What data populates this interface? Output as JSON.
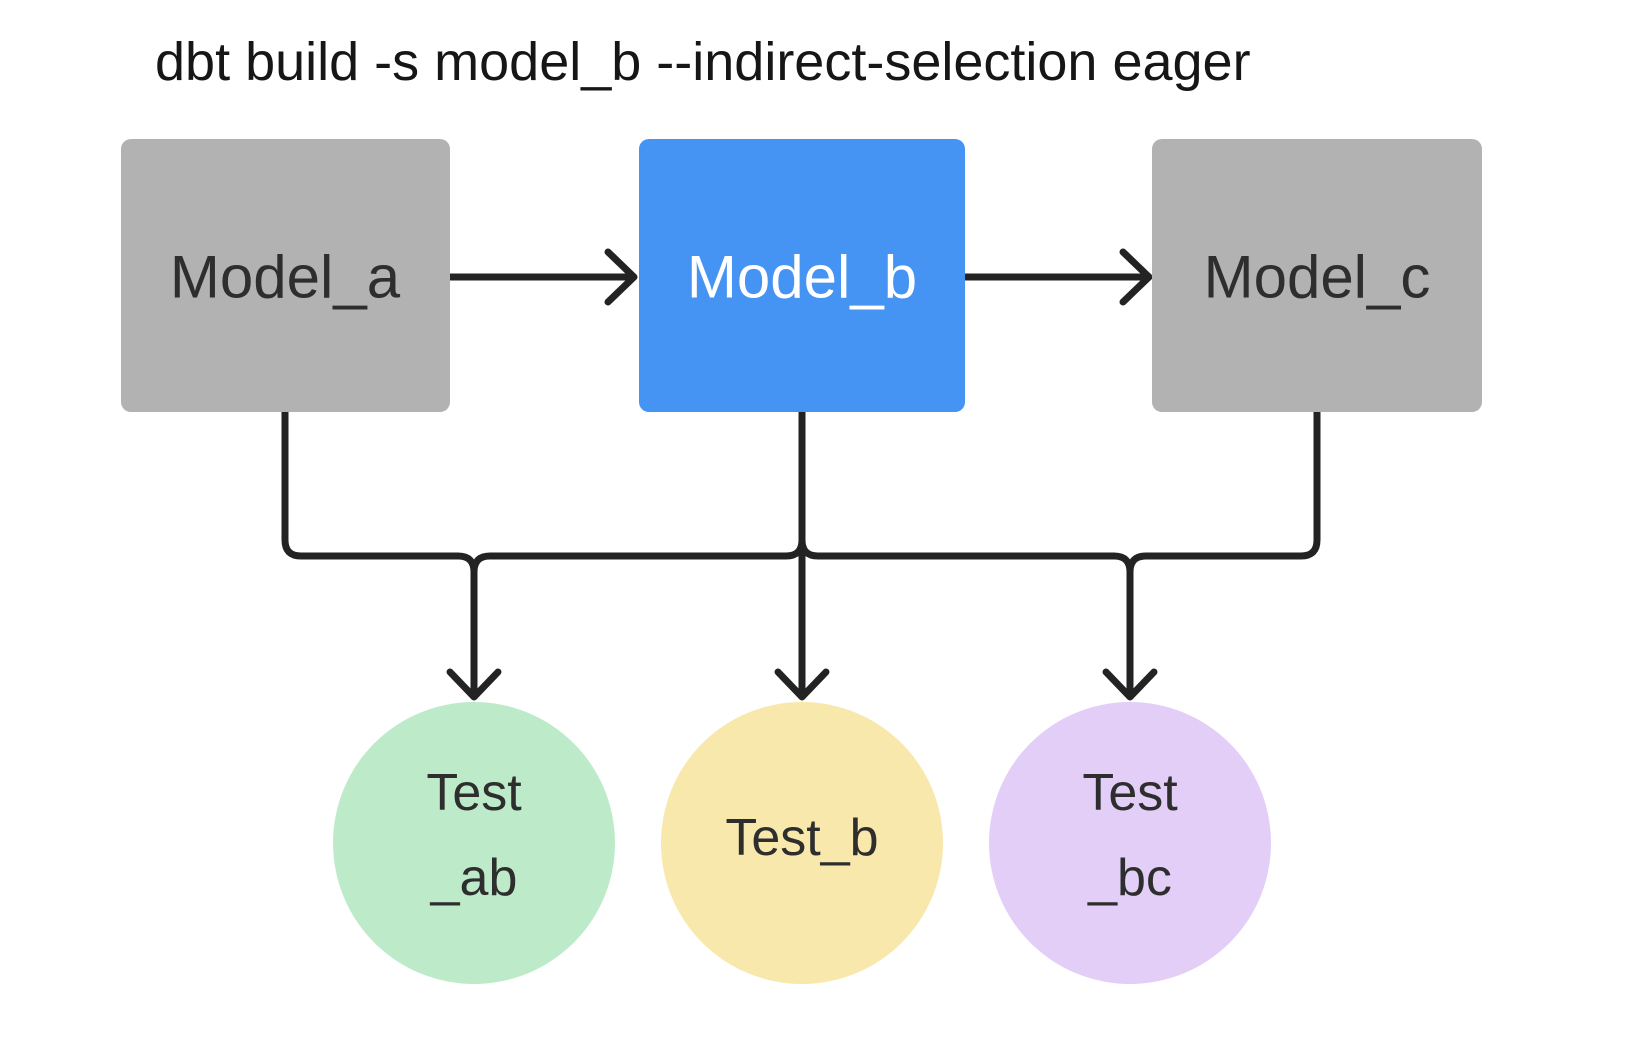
{
  "title": "dbt build -s model_b --indirect-selection eager",
  "models": [
    {
      "label": "Model_a",
      "highlighted": false
    },
    {
      "label": "Model_b",
      "highlighted": true
    },
    {
      "label": "Model_c",
      "highlighted": false
    }
  ],
  "tests": [
    {
      "label_lines": [
        "Test",
        "_ab"
      ],
      "color": "#bdebc9"
    },
    {
      "label_lines": [
        "Test_b"
      ],
      "color": "#f8e8ab"
    },
    {
      "label_lines": [
        "Test",
        "_bc"
      ],
      "color": "#e2cef7"
    }
  ],
  "edges": [
    {
      "from": "Model_a",
      "to": "Model_b"
    },
    {
      "from": "Model_b",
      "to": "Model_c"
    },
    {
      "from": "Model_a",
      "to": "Test_ab"
    },
    {
      "from": "Model_b",
      "to": "Test_ab"
    },
    {
      "from": "Model_b",
      "to": "Test_b"
    },
    {
      "from": "Model_b",
      "to": "Test_bc"
    },
    {
      "from": "Model_c",
      "to": "Test_bc"
    }
  ],
  "colors": {
    "background": "#ffffff",
    "model_default_bg": "#b2b2b2",
    "model_highlight_bg": "#4593f2",
    "model_default_text": "#2e2e2e",
    "model_highlight_text": "#ffffff",
    "test_text": "#2e2e2e",
    "connector": "#232323",
    "title_text": "#161616"
  }
}
